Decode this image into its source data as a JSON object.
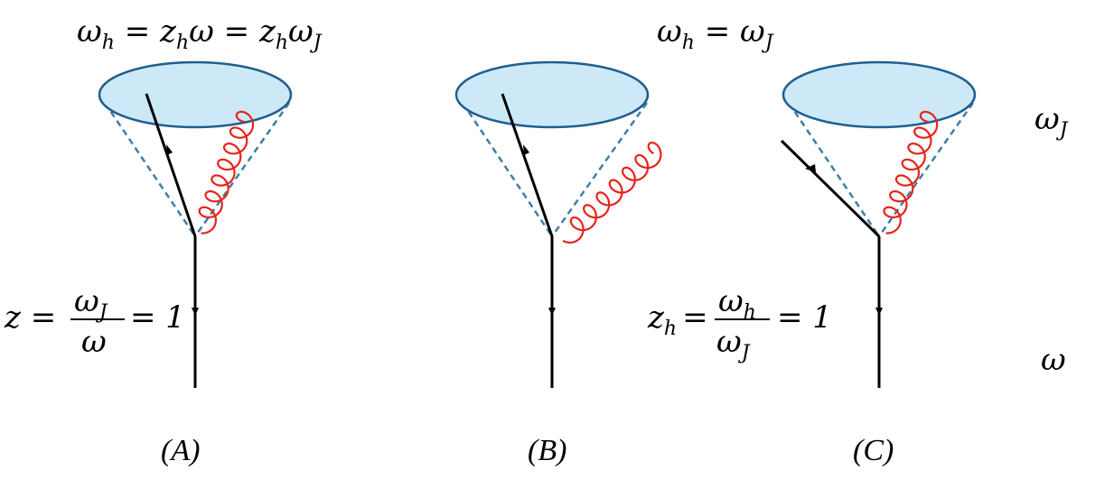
{
  "equations": {
    "top_a": {
      "parts": [
        "ω",
        "h",
        " = z",
        "h",
        "ω = z",
        "h",
        "ω",
        "J"
      ]
    },
    "top_b": {
      "parts": [
        "ω",
        "h",
        " = ω",
        "J"
      ]
    },
    "z_lhs": "z =",
    "z_num_base": "ω",
    "z_num_sub": "J",
    "z_den": "ω",
    "z_rhs": "= 1",
    "zh_lhs_base": "z",
    "zh_lhs_sub": "h",
    "zh_eq": "=",
    "zh_num_base": "ω",
    "zh_num_sub": "h",
    "zh_den_base": "ω",
    "zh_den_sub": "J",
    "zh_rhs": "= 1"
  },
  "side_labels": {
    "jet_base": "ω",
    "jet_sub": "J",
    "parton": "ω"
  },
  "panel_labels": [
    "(A)",
    "(B)",
    "(C)"
  ],
  "colors": {
    "cone_fill": "#cde9f8",
    "cone_stroke": "#1f5f8f",
    "cone_dash": "#3f7ea6",
    "gluon": "#e8231a",
    "quark": "#000000"
  }
}
